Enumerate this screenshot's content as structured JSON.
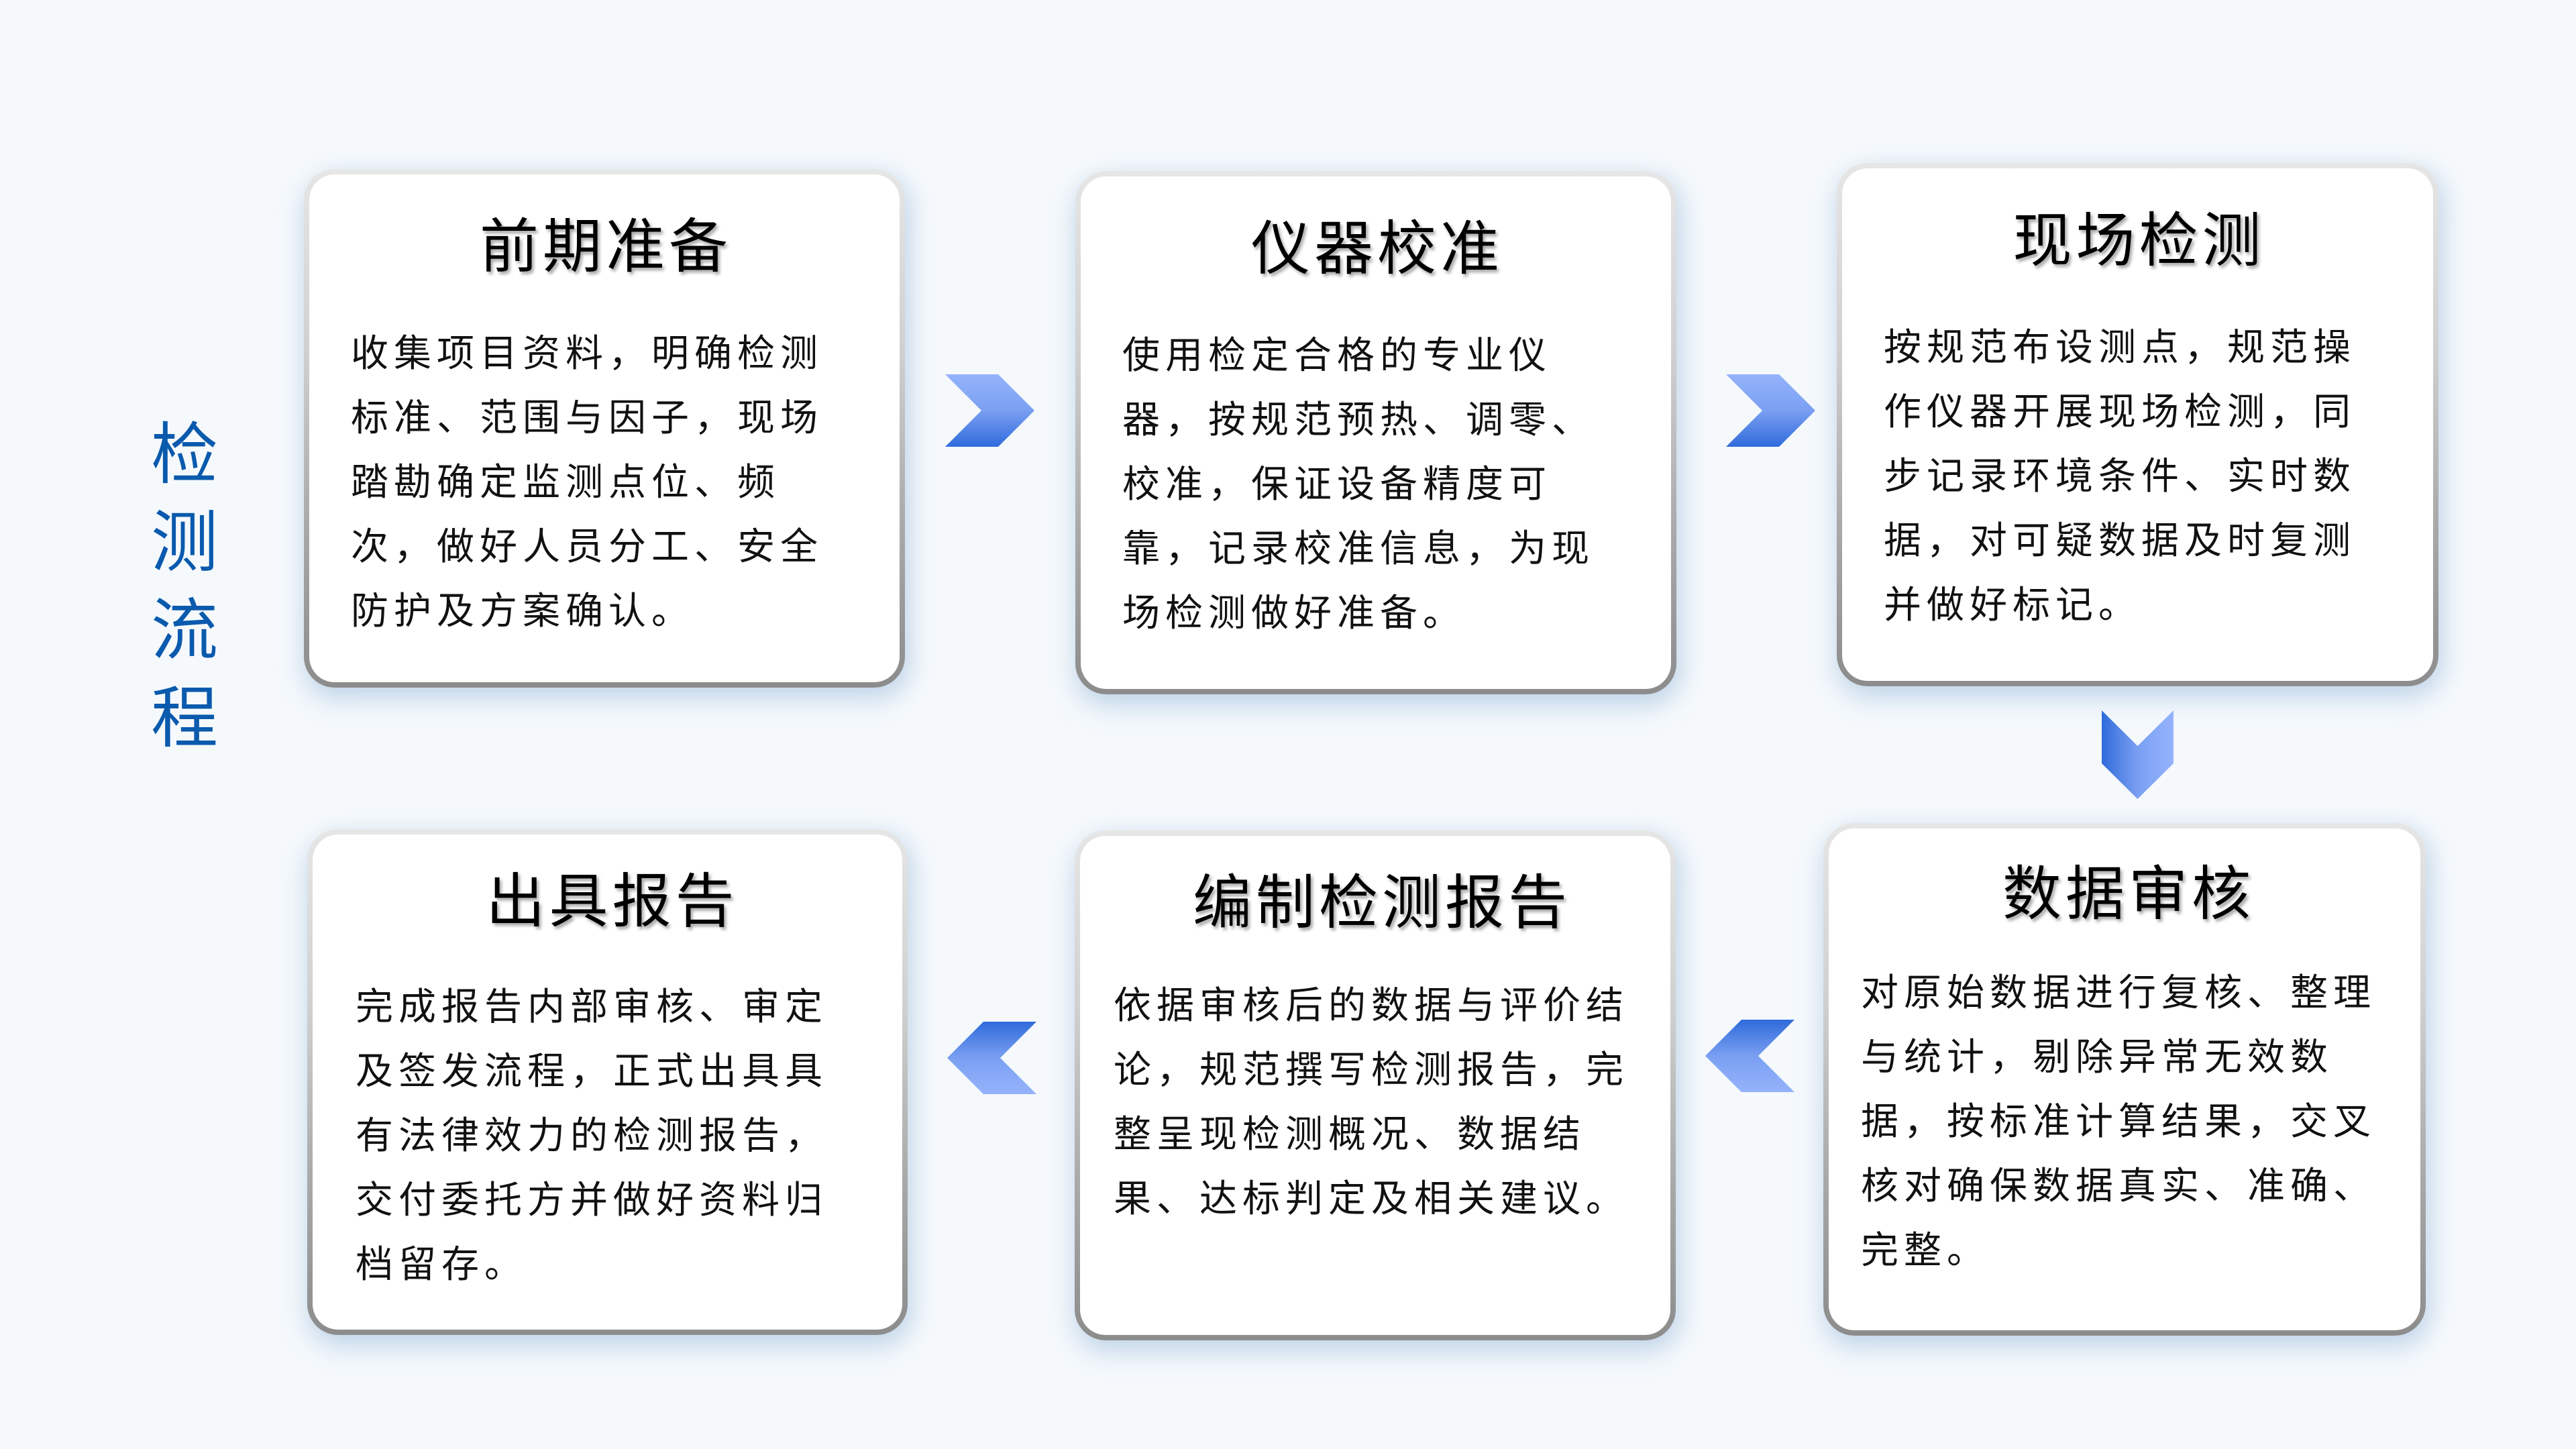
{
  "side_title": {
    "text": "检测流程",
    "chars": [
      "检",
      "测",
      "流",
      "程"
    ],
    "color": "#0a5aad"
  },
  "steps": [
    {
      "order": 1,
      "title": "前期准备",
      "body": "收集项目资料，明确检测标准、范围与因子，现场踏勘确定监测点位、频次，做好人员分工、安全防护及方案确认。"
    },
    {
      "order": 2,
      "title": "仪器校准",
      "body": "使用检定合格的专业仪器，按规范预热、调零、校准，保证设备精度可靠，记录校准信息，为现场检测做好准备。"
    },
    {
      "order": 3,
      "title": "现场检测",
      "body": "按规范布设测点，规范操作仪器开展现场检测，同步记录环境条件、实时数据，对可疑数据及时复测并做好标记。"
    },
    {
      "order": 4,
      "title": "数据审核",
      "body": "对原始数据进行复核、整理与统计，剔除异常无效数据，按标准计算结果，交叉核对确保数据真实、准确、完整。"
    },
    {
      "order": 5,
      "title": "编制检测报告",
      "body": "依据审核后的数据与评价结论，规范撰写检测报告，完整呈现检测概况、数据结果、达标判定及相关建议。"
    },
    {
      "order": 6,
      "title": "出具报告",
      "body": "完成报告内部审核、审定及签发流程，正式出具具有法律效力的检测报告，交付委托方并做好资料归档留存。"
    }
  ],
  "arrows": [
    {
      "from": 1,
      "to": 2,
      "direction": "right",
      "icon": "chevron-right-icon"
    },
    {
      "from": 2,
      "to": 3,
      "direction": "right",
      "icon": "chevron-right-icon"
    },
    {
      "from": 3,
      "to": 4,
      "direction": "down",
      "icon": "chevron-down-icon"
    },
    {
      "from": 4,
      "to": 5,
      "direction": "left",
      "icon": "chevron-left-icon"
    },
    {
      "from": 5,
      "to": 6,
      "direction": "left",
      "icon": "chevron-left-icon"
    }
  ],
  "colors": {
    "background": "#f5f9fc",
    "arrow_dark": "#2f6bdb",
    "arrow_light": "#95b3fc",
    "title_text": "#000000",
    "body_text": "#111111",
    "card_border_top": "#e6e6e6",
    "card_border_bottom": "#8c8c8c"
  }
}
